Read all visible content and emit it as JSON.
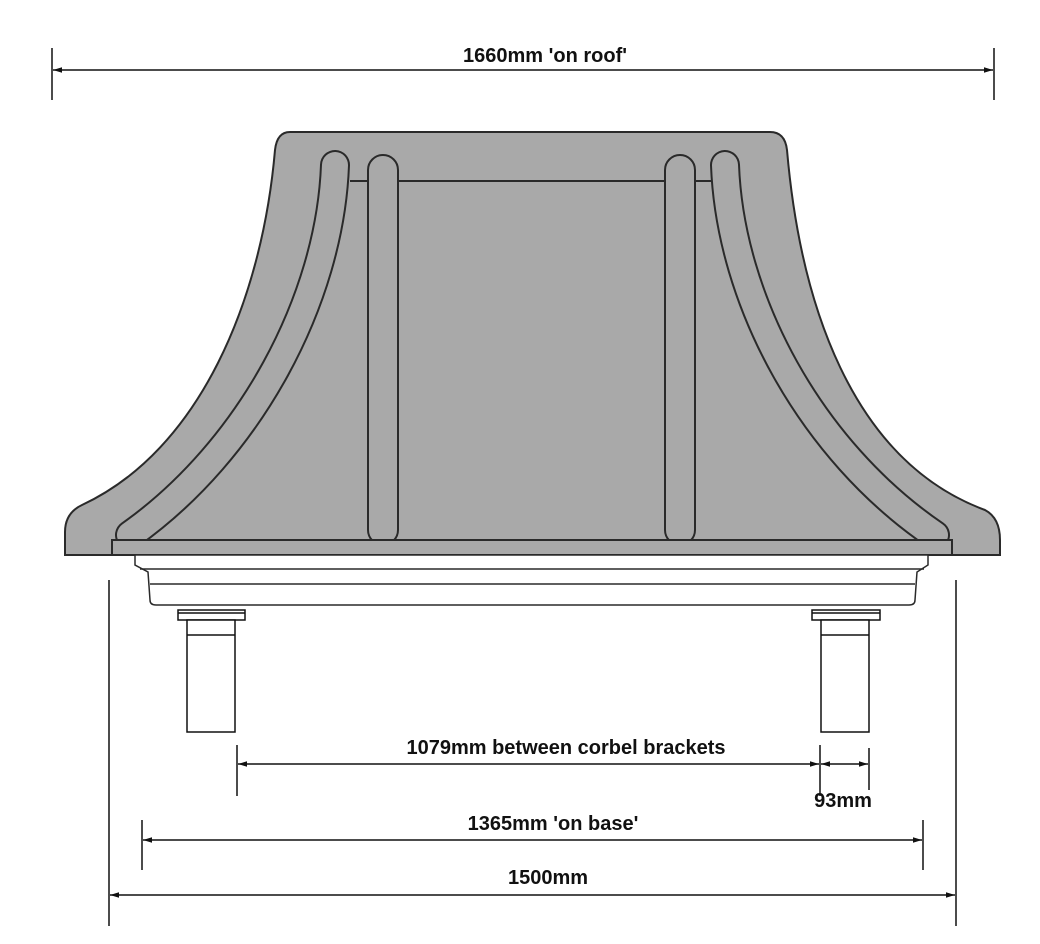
{
  "diagram": {
    "colors": {
      "canopy_fill": "#a9a9a9",
      "outline": "#2a2a2a",
      "dimension_line": "#111111"
    },
    "dimensions": {
      "roof_width": "1660mm 'on roof'",
      "between_brackets": "1079mm between corbel brackets",
      "bracket_width": "93mm",
      "base_width": "1365mm 'on base'",
      "overall_width": "1500mm"
    }
  }
}
